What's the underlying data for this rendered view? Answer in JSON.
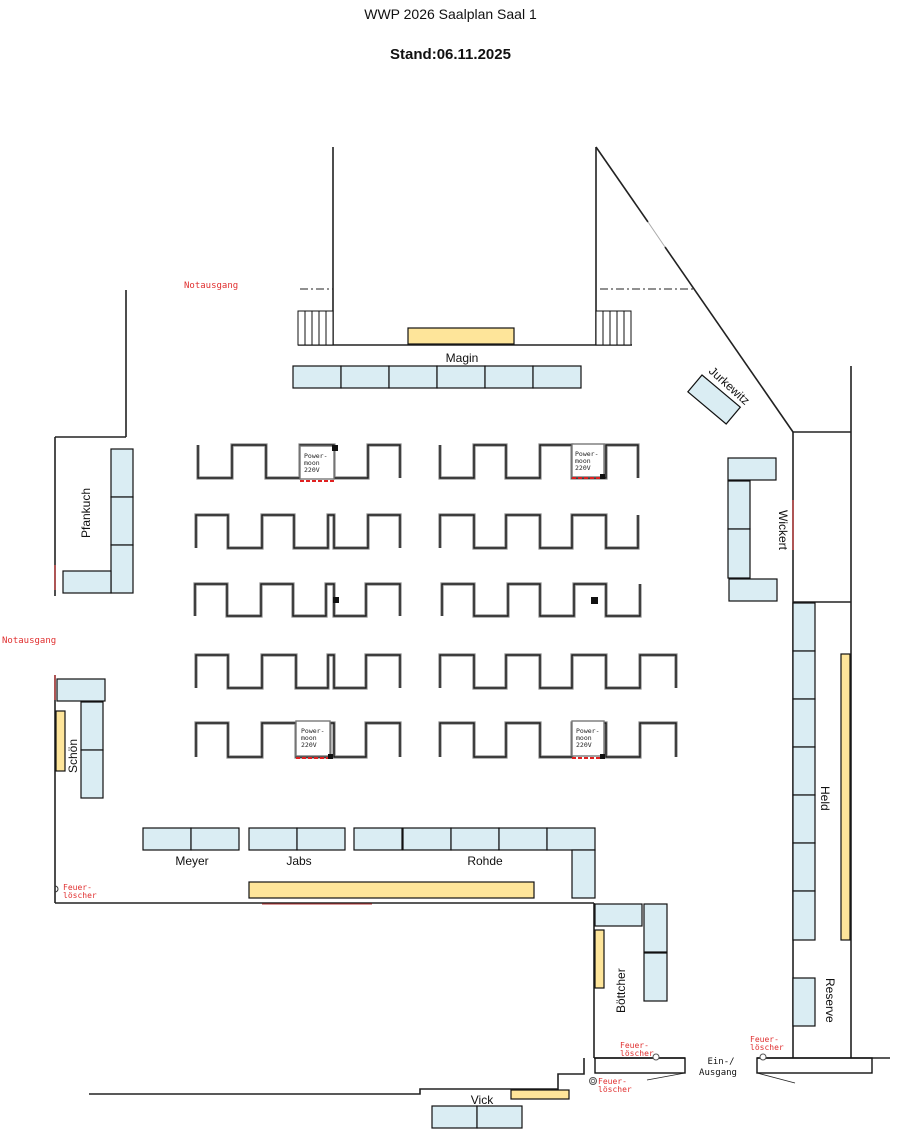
{
  "header": {
    "title": "WWP 2026 Saalplan Saal 1",
    "subtitle": "Stand:06.11.2025"
  },
  "labels": {
    "notausgang_top": "Notausgang",
    "notausgang_left": "Notausgang",
    "ein_ausgang_1": "Ein-/",
    "ein_ausgang_2": "Ausgang",
    "feuer": "Feuer-",
    "loescher": "löscher",
    "powermoon_1": "Power-",
    "powermoon_2": "moon",
    "powermoon_3": "220V"
  },
  "exhibitors": {
    "magin": "Magin",
    "jurkewitz": "Jurkewitz",
    "pfankuch": "Pfankuch",
    "wickert": "Wickert",
    "schoen": "Schön",
    "held": "Held",
    "meyer": "Meyer",
    "jabs": "Jabs",
    "rohde": "Rohde",
    "boettcher": "Böttcher",
    "reserve": "Reserve",
    "vick": "Vick"
  },
  "colors": {
    "table": "#daedf3",
    "stage": "#fee59a",
    "exit_text": "#e03030"
  },
  "seating": {
    "rows": 5,
    "blocks_per_row": 2,
    "powermoon_positions": [
      "row1-left",
      "row1-right",
      "row5-left",
      "row5-right"
    ]
  }
}
